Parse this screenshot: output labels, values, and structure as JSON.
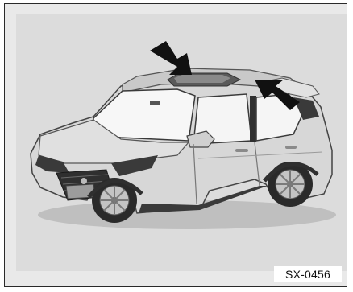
{
  "figure": {
    "code": "SX-0456",
    "subject_icon": "suv-with-sunroof-illustration",
    "callouts": [
      {
        "icon": "arrow-pointing-to-sunroof"
      },
      {
        "icon": "arrow-pointing-to-roof-rear"
      }
    ],
    "colors": {
      "background": "#dcdcdc",
      "car_body": "#d7d7d7",
      "glass": "#f7f7f7",
      "dark_trim": "#2f2f2f",
      "arrow": "#111111"
    }
  }
}
